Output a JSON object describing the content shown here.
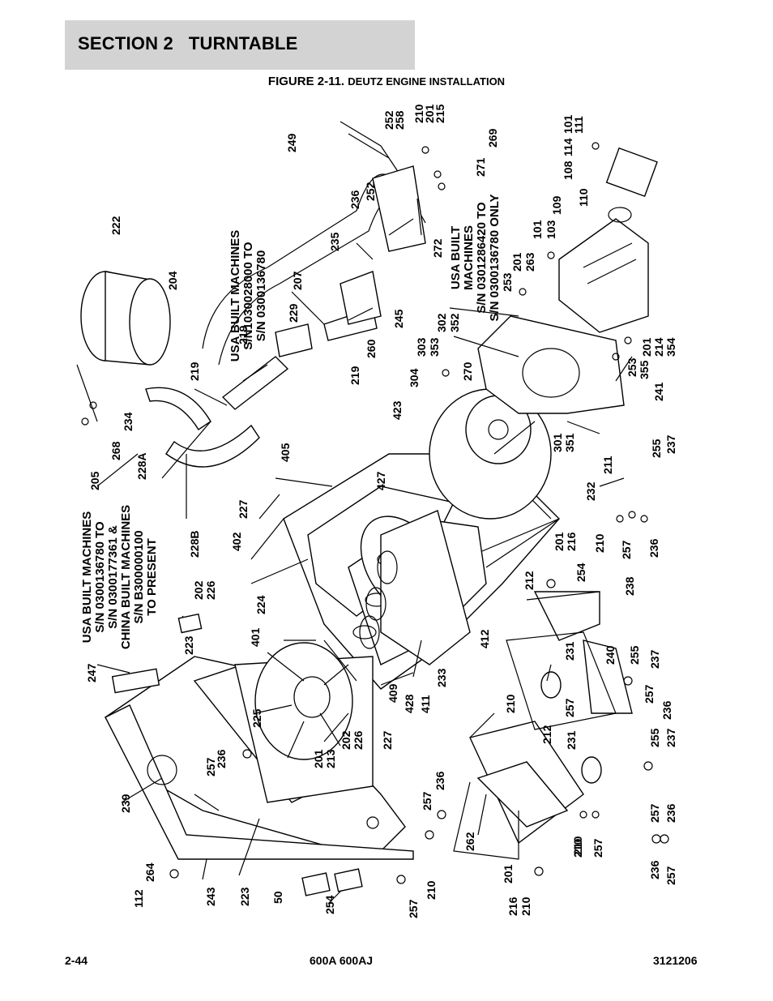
{
  "header": {
    "section": "SECTION 2",
    "title": "TURNTABLE"
  },
  "figure": {
    "number": "FIGURE 2-11.",
    "caption": "DEUTZ ENGINE INSTALLATION"
  },
  "notes": {
    "note_a": [
      "USA BUILT MACHINES",
      "S/N1030028000 TO",
      "S/N 0300136780"
    ],
    "note_b": [
      "USA BUILT",
      "MACHINES",
      "S/N 0301286420 TO",
      "S/N 0300136780 ONLY"
    ],
    "note_c": [
      "USA BUILT MACHINES",
      "S/N 0300136780 TO",
      "S/N 0300177361 &",
      "CHINA BUILT MACHINES",
      "S/N B300000100",
      "TO PRESENT"
    ]
  },
  "callouts": [
    "252",
    "258",
    "210",
    "201",
    "215",
    "269",
    "271",
    "249",
    "236",
    "252",
    "272",
    "235",
    "207",
    "245",
    "229",
    "260",
    "219",
    "219",
    "222",
    "204",
    "219",
    "234",
    "268",
    "205",
    "228A",
    "101",
    "111",
    "108",
    "114",
    "110",
    "109",
    "101",
    "103",
    "201",
    "263",
    "253",
    "302",
    "352",
    "303",
    "353",
    "304",
    "270",
    "253",
    "355",
    "201",
    "214",
    "354",
    "241",
    "423",
    "301",
    "351",
    "211",
    "255",
    "237",
    "232",
    "405",
    "427",
    "227",
    "228B",
    "402",
    "201",
    "216",
    "212",
    "254",
    "210",
    "257",
    "236",
    "202",
    "226",
    "224",
    "238",
    "223",
    "401",
    "412",
    "233",
    "411",
    "428",
    "409",
    "231",
    "240",
    "255",
    "237",
    "257",
    "236",
    "225",
    "201",
    "213",
    "202",
    "226",
    "227",
    "212",
    "231",
    "255",
    "237",
    "257",
    "236",
    "247",
    "236",
    "257",
    "239",
    "262",
    "210",
    "257",
    "257",
    "236",
    "210",
    "257",
    "236",
    "257",
    "264",
    "112",
    "243",
    "223",
    "50",
    "254",
    "201",
    "216",
    "210",
    "257",
    "210",
    "210"
  ],
  "footer": {
    "page": "2-44",
    "model": "600A 600AJ",
    "doc_number": "3121206"
  }
}
